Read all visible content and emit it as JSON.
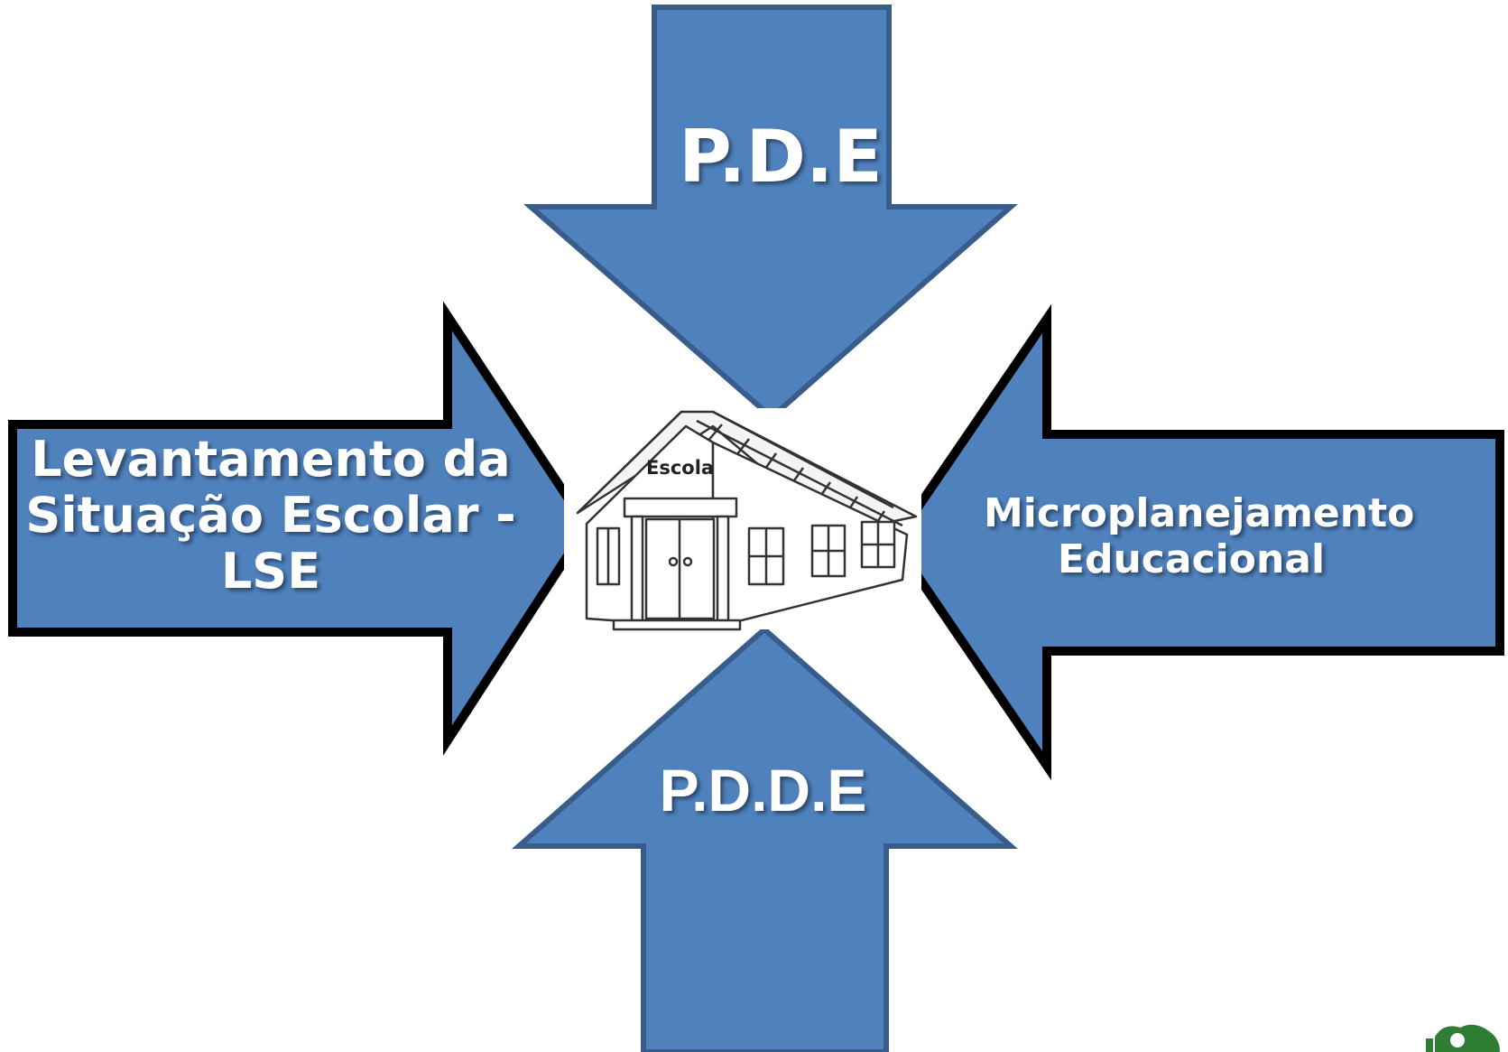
{
  "arrows": {
    "top": {
      "label": "P.D.E"
    },
    "bottom": {
      "label": "P.D.D.E"
    },
    "left": {
      "lines": [
        "Levantamento da",
        "Situação Escolar -",
        "LSE"
      ]
    },
    "right": {
      "lines": [
        "Microplanejamento",
        "Educacional"
      ]
    }
  },
  "center": {
    "sign": "Escola"
  },
  "colors": {
    "arrow_fill": "#4f81bd",
    "arrow_stroke_top_bottom": "#385d8a",
    "arrow_stroke_sides": "#000000"
  },
  "icons": {
    "center": "school-house-icon",
    "corner": "logo-icon"
  }
}
